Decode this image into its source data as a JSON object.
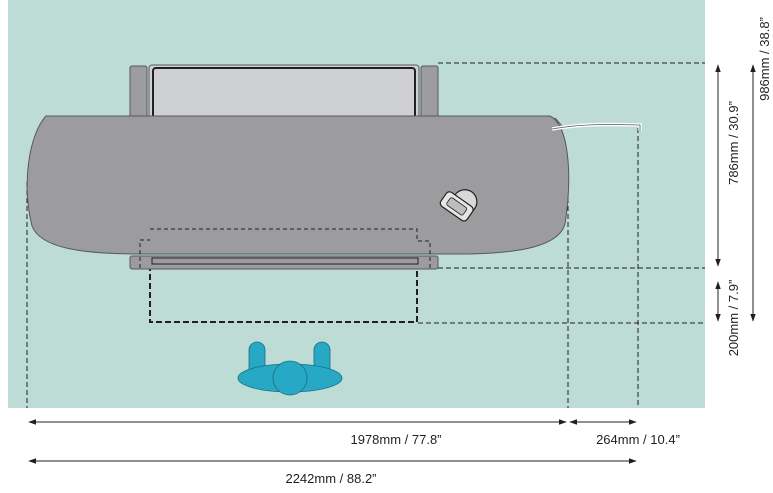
{
  "colors": {
    "floor": "#bcdcd5",
    "machine_body": "#9c9c9e",
    "machine_outline": "#58585a",
    "tray": "#cfd0d2",
    "operator": "#27a9c5",
    "operator_outline": "#1a6f82",
    "dimension_line": "#231f20"
  },
  "icons": {
    "operator": "operator-icon",
    "control_knob": "control-knob-icon"
  },
  "dimensions": {
    "machine_width": "1978mm / 77.8”",
    "side_clearance": "264mm / 10.4”",
    "total_width": "2242mm / 88.2”",
    "machine_depth": "786mm / 30.9”",
    "front_clearance": "200mm / 7.9”",
    "total_depth": "986mm / 38.8”"
  }
}
